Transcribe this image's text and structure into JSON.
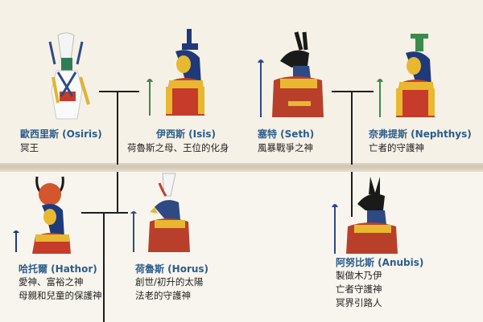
{
  "deities": [
    {
      "id": "osiris",
      "name": "歐西里斯 (Osiris)",
      "desc": [
        "冥王"
      ]
    },
    {
      "id": "isis",
      "name": "伊西斯 (Isis)",
      "desc": [
        "荷魯斯之母、王位的化身"
      ]
    },
    {
      "id": "seth",
      "name": "塞特 (Seth)",
      "desc": [
        "風暴戰爭之神"
      ]
    },
    {
      "id": "nephthys",
      "name": "奈弗提斯 (Nephthys)",
      "desc": [
        "亡者的守護神"
      ]
    },
    {
      "id": "hathor",
      "name": "哈托爾 (Hathor)",
      "desc": [
        "愛神、富裕之神",
        "母親和兒童的保護神"
      ]
    },
    {
      "id": "horus",
      "name": "荷魯斯 (Horus)",
      "desc": [
        "創世/初升的太陽",
        "法老的守護神"
      ]
    },
    {
      "id": "anubis",
      "name": "阿努比斯 (Anubis)",
      "desc": [
        "製做木乃伊",
        "亡者守護神",
        "冥界引路人"
      ]
    }
  ],
  "colors": {
    "name": "#2a5d8c",
    "skin_yellow": "#e8b830",
    "dress_red": "#c63b2a",
    "wig_blue": "#1f3a7a",
    "body_red": "#b8402b",
    "staff_green": "#3c8a4e"
  }
}
